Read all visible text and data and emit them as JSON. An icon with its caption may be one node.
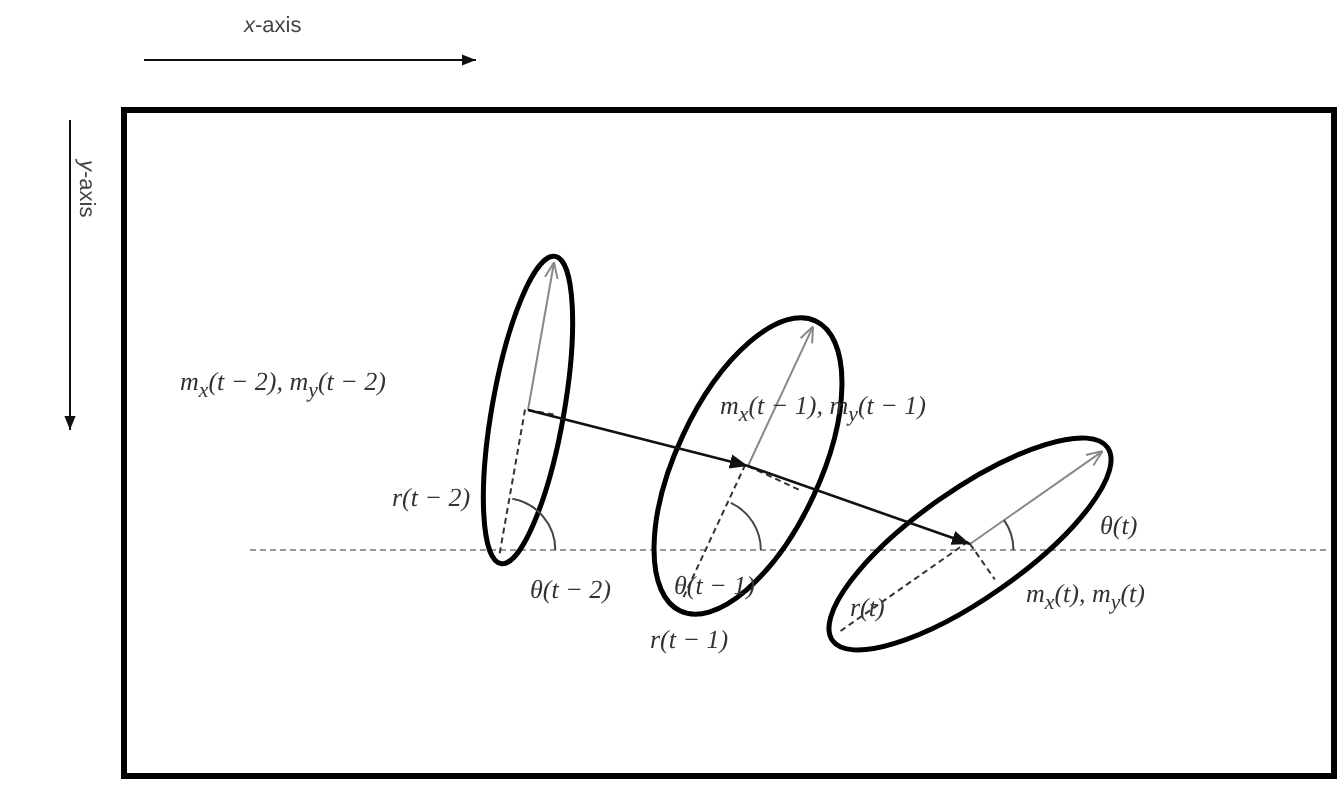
{
  "diagram": {
    "nodes": [
      {
        "text": [],
        "shape": "box"
      },
      {
        "text": [],
        "shape": "ellipse",
        "in": 0
      },
      {
        "text": [],
        "shape": "ellipse",
        "in": 0
      },
      {
        "text": [],
        "shape": "ellipse",
        "in": 0
      }
    ],
    "edges": [
      {
        "from": 1,
        "to": 2,
        "arrow": "to"
      },
      {
        "from": 2,
        "to": 3,
        "arrow": "to"
      }
    ],
    "labels": [
      "*x*-axis",
      "*y*-axis",
      "m$_{x}$(t − 2), m$_{y}$(t − 2)",
      "r(t − 2)",
      "θ(t − 2)",
      "m$_{x}$(t − 1), m$_{y}$(t − 1)",
      "θ(t − 1)",
      "r(t − 1)",
      "θ(t)",
      "r(t)",
      "m$_{x}$(t), m$_{y}$(t)"
    ]
  }
}
